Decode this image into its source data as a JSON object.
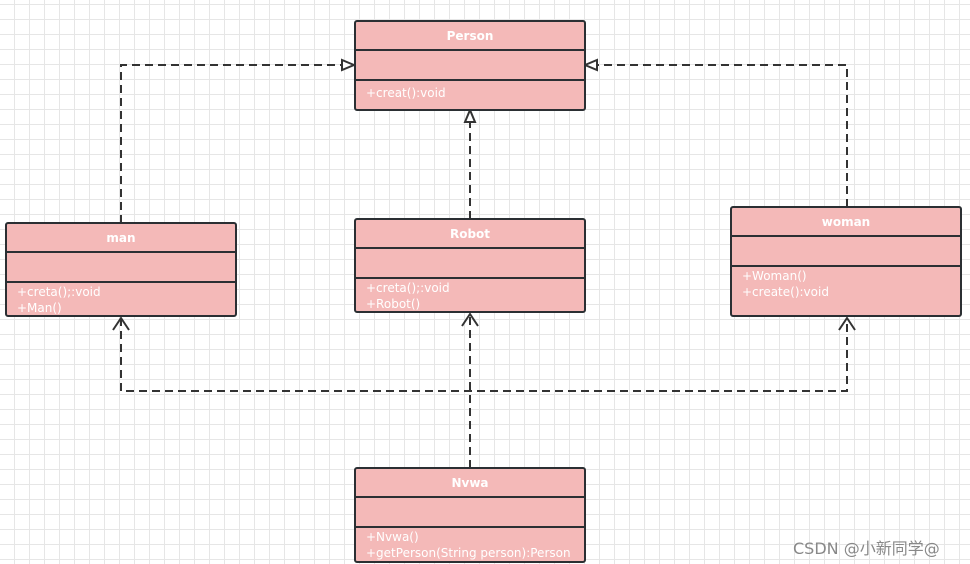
{
  "classes": {
    "person": {
      "name": "Person",
      "methods": [
        "+creat():void"
      ]
    },
    "man": {
      "name": "man",
      "methods": [
        "+creta();:void",
        "+Man()"
      ]
    },
    "robot": {
      "name": "Robot",
      "methods": [
        "+creta();:void",
        "+Robot()"
      ]
    },
    "woman": {
      "name": "woman",
      "methods": [
        "+Woman()",
        "+create():void"
      ]
    },
    "nvwa": {
      "name": "Nvwa",
      "methods": [
        "+Nvwa()",
        "+getPerson(String person):Person"
      ]
    }
  },
  "relations": [
    {
      "from": "man",
      "to": "Person",
      "type": "realization"
    },
    {
      "from": "Robot",
      "to": "Person",
      "type": "realization"
    },
    {
      "from": "woman",
      "to": "Person",
      "type": "realization"
    },
    {
      "from": "Nvwa",
      "to": "man",
      "type": "dependency"
    },
    {
      "from": "Nvwa",
      "to": "Robot",
      "type": "dependency"
    },
    {
      "from": "Nvwa",
      "to": "woman",
      "type": "dependency"
    }
  ],
  "colors": {
    "class_fill": "#f4b9b8",
    "border": "#2b2f33"
  },
  "watermark": "CSDN @小新同学@"
}
